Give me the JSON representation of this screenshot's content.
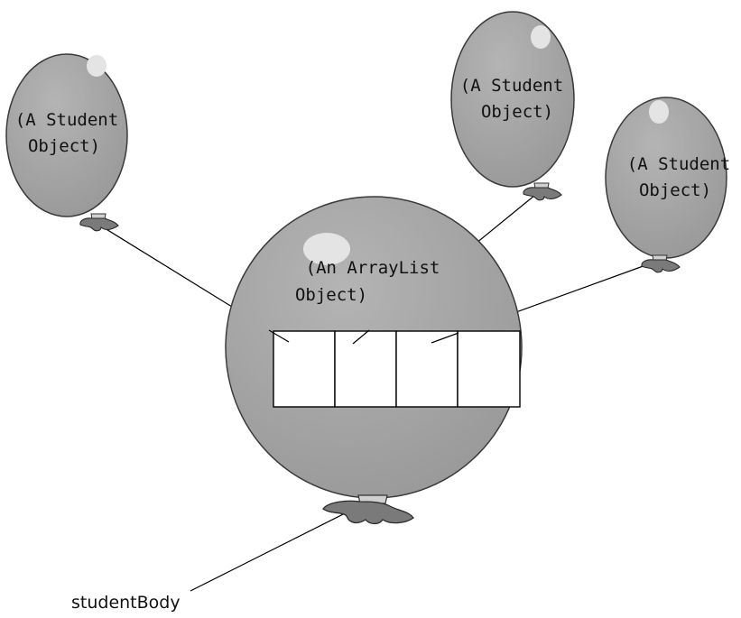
{
  "colors": {
    "balloon_fill": "#a7a7a7",
    "balloon_stroke": "#3a3a3a",
    "highlight": "#e4e4e4",
    "knot": "#7a7a7a",
    "background": "#ffffff"
  },
  "balloons": {
    "student_left": {
      "label_line1": "(A Student",
      "label_line2": "Object)"
    },
    "student_top": {
      "label_line1": "(A Student",
      "label_line2": "Object)"
    },
    "student_right": {
      "label_line1": "(A Student",
      "label_line2": "Object)"
    },
    "arraylist": {
      "label_line1": "(An ArrayList",
      "label_line2": "Object)",
      "cell_count": 4
    }
  },
  "variable": {
    "name": "studentBody"
  }
}
